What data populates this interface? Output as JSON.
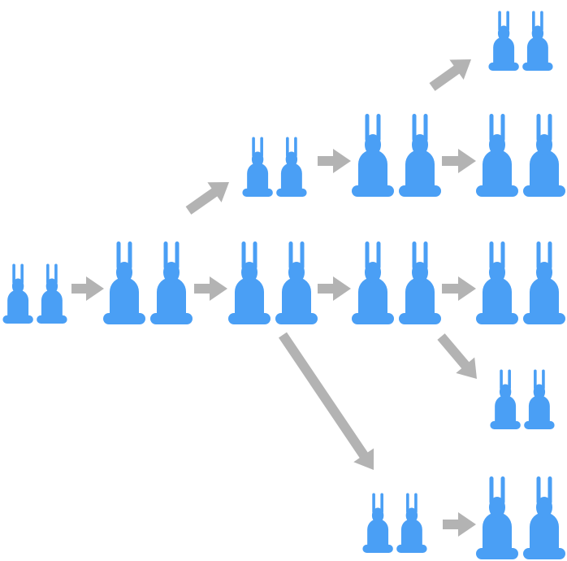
{
  "colors": {
    "rabbit": "#4a9ff5",
    "arrow": "#b3b3b3",
    "background": "#ffffff"
  },
  "icons": {
    "rabbit": "rabbit-icon",
    "arrow": "arrow-icon"
  },
  "diagram": {
    "type": "rabbit-pair-growth-tree",
    "stages": [
      {
        "id": "s0",
        "size": "small"
      },
      {
        "id": "s1",
        "size": "large"
      },
      {
        "id": "s2a",
        "size": "small"
      },
      {
        "id": "s2b",
        "size": "large"
      },
      {
        "id": "s3a",
        "size": "large"
      },
      {
        "id": "s3b",
        "size": "large"
      },
      {
        "id": "s3c",
        "size": "small"
      },
      {
        "id": "s4a",
        "size": "small"
      },
      {
        "id": "s4b",
        "size": "large"
      },
      {
        "id": "s4c",
        "size": "large"
      },
      {
        "id": "s4d",
        "size": "small"
      },
      {
        "id": "s4e",
        "size": "large"
      }
    ],
    "links": [
      [
        "s0",
        "s1"
      ],
      [
        "s1",
        "s2a"
      ],
      [
        "s1",
        "s2b"
      ],
      [
        "s2a",
        "s3a"
      ],
      [
        "s2b",
        "s3b"
      ],
      [
        "s2b",
        "s3c"
      ],
      [
        "s3a",
        "s4a"
      ],
      [
        "s3a",
        "s4b"
      ],
      [
        "s3b",
        "s4c"
      ],
      [
        "s3b",
        "s4d"
      ],
      [
        "s3c",
        "s4e"
      ]
    ]
  }
}
